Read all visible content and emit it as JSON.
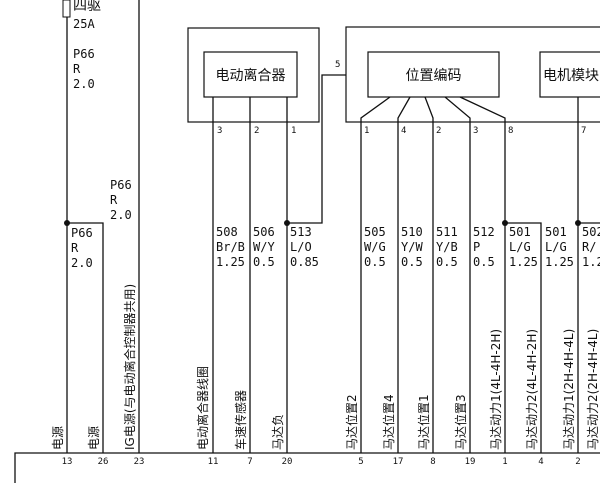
{
  "fuse": {
    "name": "四驱",
    "rating": "25A"
  },
  "wires": {
    "top_left": [
      "P66",
      "R",
      "2.0"
    ],
    "mid_right": [
      "P66",
      "R",
      "2.0"
    ],
    "branch": [
      "P66",
      "R",
      "2.0"
    ],
    "w508": [
      "508",
      "Br/B",
      "1.25"
    ],
    "w506": [
      "506",
      "W/Y",
      "0.5"
    ],
    "w513": [
      "513",
      "L/O",
      "0.85"
    ],
    "w505": [
      "505",
      "W/G",
      "0.5"
    ],
    "w510": [
      "510",
      "Y/W",
      "0.5"
    ],
    "w511": [
      "511",
      "Y/B",
      "0.5"
    ],
    "w512": [
      "512",
      "P",
      "0.5"
    ],
    "w501a": [
      "501",
      "L/G",
      "1.25"
    ],
    "w501b": [
      "501",
      "L/G",
      "1.25"
    ],
    "w50x": [
      "502",
      "R/",
      "1.2"
    ]
  },
  "components": {
    "clutch": "电动离合器",
    "position_encoder": "位置编码",
    "motor_module": "电机模块"
  },
  "link_label": "5",
  "clutch_pins": [
    "3",
    "2",
    "1"
  ],
  "encoder_pins": [
    "1",
    "4",
    "2",
    "3",
    "8"
  ],
  "motor_pin": "7",
  "functions": [
    "电源",
    "电源",
    "IG电源(与电动离合控制器共用)",
    "电动离合器线圈",
    "车速传感器",
    "马达负",
    "马达位置2",
    "马达位置4",
    "马达位置1",
    "马达位置3",
    "马达动力1(4L-4H-2H)",
    "马达动力2(4L-4H-2H)",
    "马达动力1(2H-4H-4L)",
    "马达动力2(2H-4H-4L)"
  ],
  "module_pins": [
    "13",
    "26",
    "23",
    "11",
    "7",
    "20",
    "5",
    "17",
    "8",
    "19",
    "1",
    "4",
    "2"
  ]
}
